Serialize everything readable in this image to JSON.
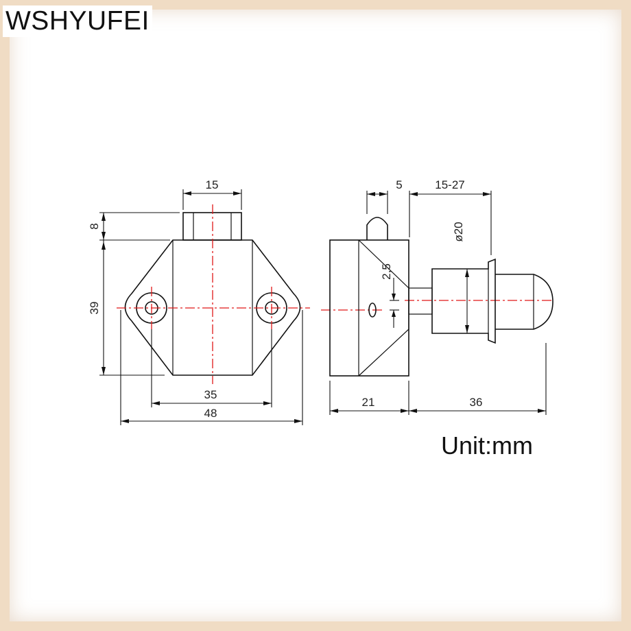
{
  "brand": "WSHYUFEI",
  "unit_label": "Unit:mm",
  "colors": {
    "outline": "#111111",
    "centerline": "#e01818",
    "background": "#ffffff",
    "frame": "#f0dcc4"
  },
  "front_view": {
    "dims": {
      "top_width": "15",
      "top_height": "8",
      "height": "39",
      "hole_spacing": "35",
      "overall_width": "48"
    }
  },
  "side_view": {
    "dims": {
      "pin_width": "5",
      "adjust_range": "15-27",
      "diameter": "ø20",
      "offset": "2,5",
      "body_depth": "21",
      "plunger_length": "36"
    }
  }
}
